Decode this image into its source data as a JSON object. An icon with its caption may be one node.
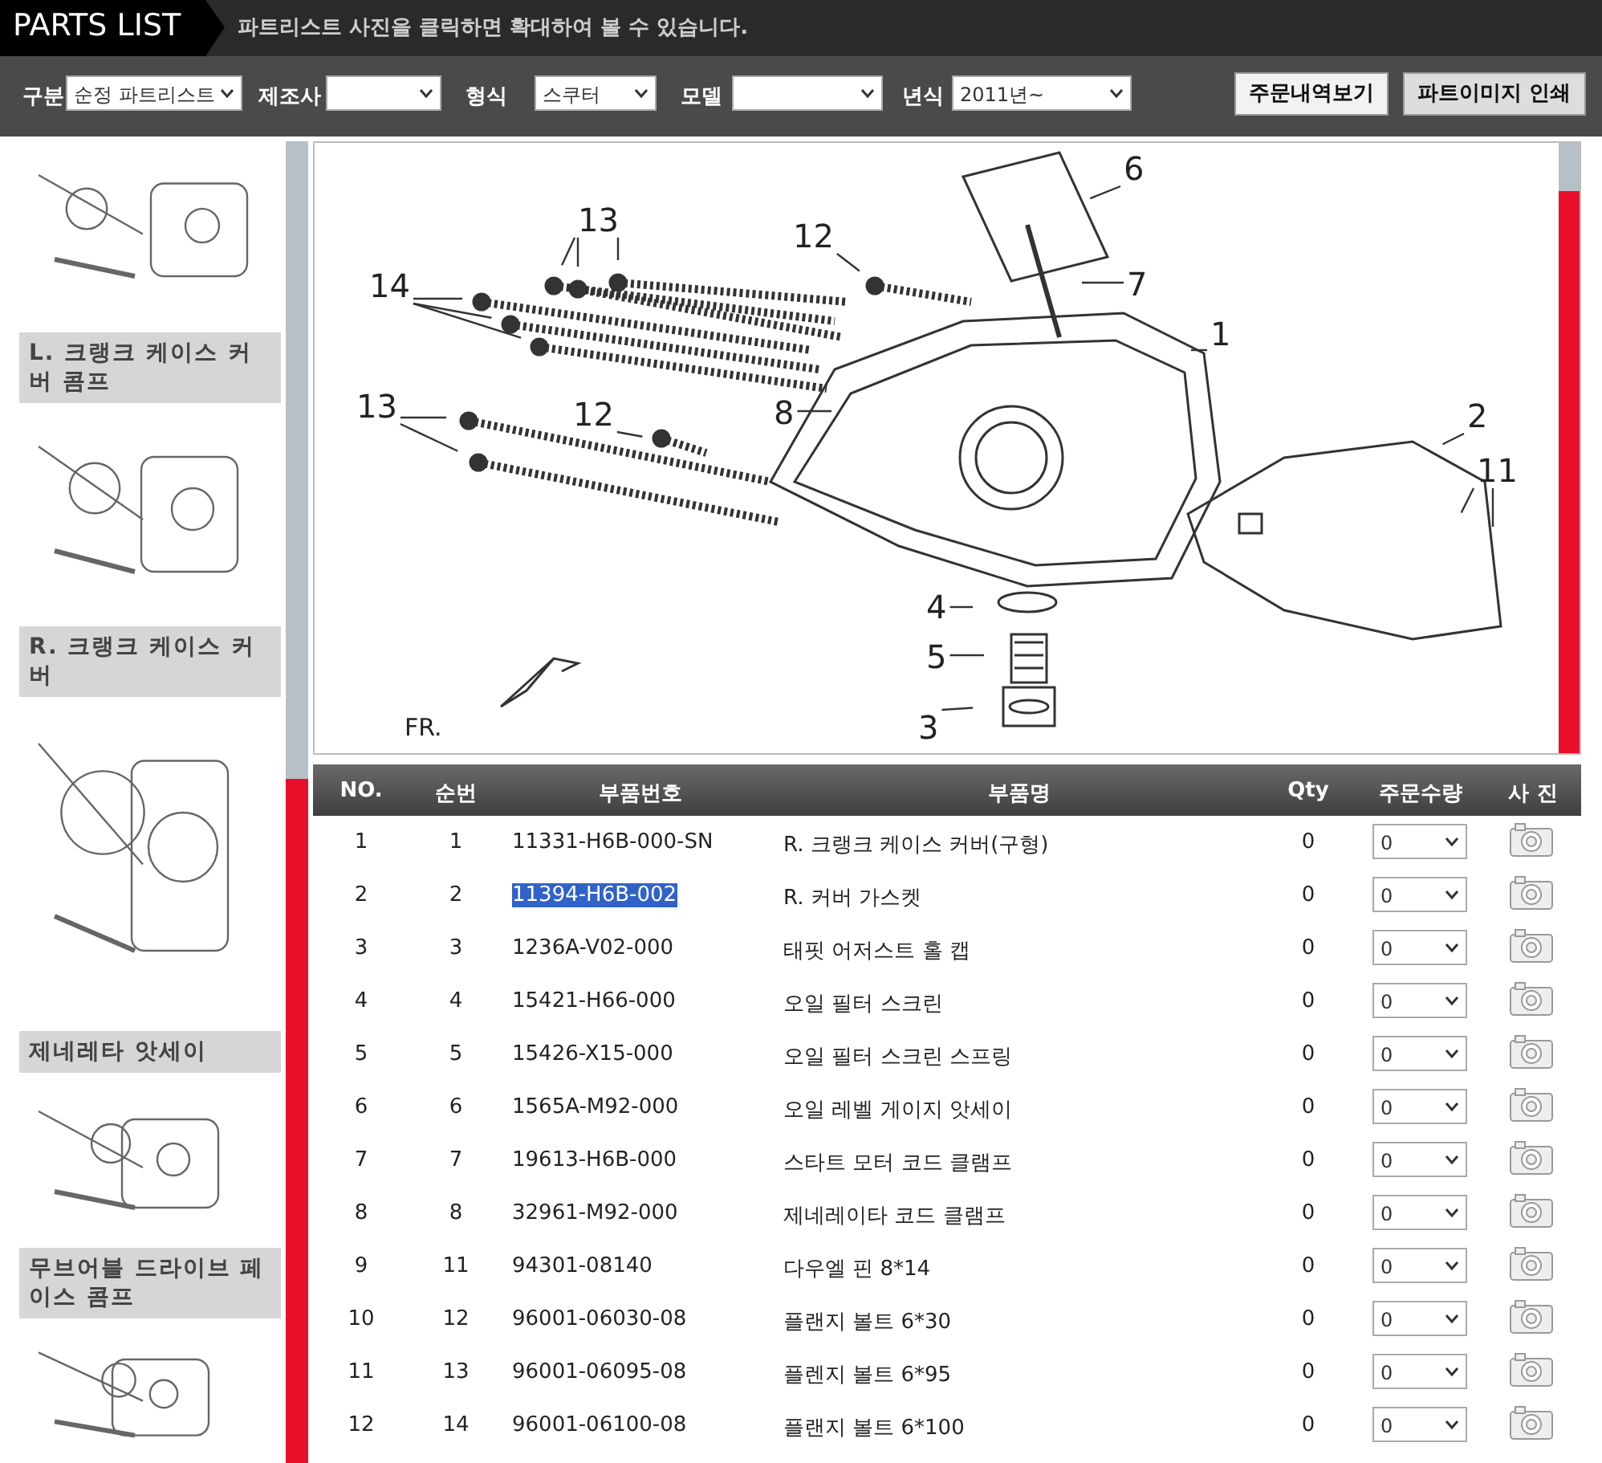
{
  "diagram": {
    "title": "PARTS LIST",
    "nodes": [
      {
        "text": [
          "6"
        ]
      },
      {
        "text": [
          "13"
        ]
      },
      {
        "text": [
          "12"
        ]
      },
      {
        "text": [
          "7"
        ]
      },
      {
        "text": [
          "1"
        ]
      },
      {
        "text": [
          "14"
        ]
      },
      {
        "text": [
          "8"
        ]
      },
      {
        "text": [
          "13"
        ]
      },
      {
        "text": [
          "12"
        ]
      },
      {
        "text": [
          "2"
        ]
      },
      {
        "text": [
          "11"
        ]
      },
      {
        "text": [
          "4"
        ]
      },
      {
        "text": [
          "5"
        ]
      },
      {
        "text": [
          "3"
        ]
      }
    ],
    "edges": [
      {
        "from": 0,
        "to": null,
        "arrow": "none"
      },
      {
        "from": 1,
        "to": null,
        "arrow": "none"
      },
      {
        "from": 1,
        "to": null,
        "arrow": "none"
      },
      {
        "from": 1,
        "to": null,
        "arrow": "none"
      },
      {
        "from": 2,
        "to": null,
        "arrow": "none"
      },
      {
        "from": 3,
        "to": null,
        "arrow": "none"
      },
      {
        "from": 4,
        "to": null,
        "arrow": "none"
      },
      {
        "from": 5,
        "to": null,
        "arrow": "none"
      },
      {
        "from": 5,
        "to": null,
        "arrow": "none"
      },
      {
        "from": 5,
        "to": null,
        "arrow": "none"
      },
      {
        "from": 6,
        "to": null,
        "arrow": "none"
      },
      {
        "from": 7,
        "to": null,
        "arrow": "none"
      },
      {
        "from": 7,
        "to": null,
        "arrow": "none"
      },
      {
        "from": 8,
        "to": null,
        "arrow": "none"
      },
      {
        "from": 9,
        "to": null,
        "arrow": "none"
      },
      {
        "from": 10,
        "to": null,
        "arrow": "none"
      },
      {
        "from": 10,
        "to": null,
        "arrow": "none"
      },
      {
        "from": 11,
        "to": null,
        "arrow": "none"
      },
      {
        "from": 12,
        "to": null,
        "arrow": "none"
      },
      {
        "from": 13,
        "to": null,
        "arrow": "none"
      }
    ],
    "labels": [
      "파트리스트 사진을 클릭하면 확대하여 볼 수 있습니다.",
      "구분",
      "순정 파트리스트",
      "제조사",
      "형식",
      "스쿠터",
      "모델",
      "년식",
      "2011년~",
      "주문내역보기",
      "파트이미지 인쇄",
      "L. 크랭크 케이스 커버 콤프",
      "R. 크랭크 케이스 커버",
      "제네레타 앗세이",
      "무브어블 드라이브 페이스 콤프",
      "FR.",
      "NO.",
      "순번",
      "부품번호",
      "부품명",
      "Qty",
      "주문수량",
      "사 진",
      "1",
      "1",
      "11331-H6B-000-SN",
      "R. 크랭크 케이스 커버(구형)",
      "0",
      "0",
      "2",
      "2",
      "11394-H6B-002",
      "R. 커버 가스켓",
      "0",
      "0",
      "3",
      "3",
      "1236A-V02-000",
      "태핏 어저스트 홀 캡",
      "0",
      "0",
      "4",
      "4",
      "15421-H66-000",
      "오일 필터 스크린",
      "0",
      "0",
      "5",
      "5",
      "15426-X15-000",
      "오일 필터 스크린 스프링",
      "0",
      "0",
      "6",
      "6",
      "1565A-M92-000",
      "오일 레벨 게이지 앗세이",
      "0",
      "0",
      "7",
      "7",
      "19613-H6B-000",
      "스타트 모터 코드 클램프",
      "0",
      "0",
      "8",
      "8",
      "32961-M92-000",
      "제네레이타 코드 클램프",
      "0",
      "0",
      "9",
      "11",
      "94301-08140",
      "다우엘 핀 8*14",
      "0",
      "0",
      "10",
      "12",
      "96001-06030-08",
      "플랜지 볼트 6*30",
      "0",
      "0",
      "11",
      "13",
      "96001-06095-08",
      "플렌지 볼트 6*95",
      "0",
      "0",
      "12",
      "14",
      "96001-06100-08",
      "플랜지 볼트 6*100",
      "0",
      "0"
    ]
  }
}
